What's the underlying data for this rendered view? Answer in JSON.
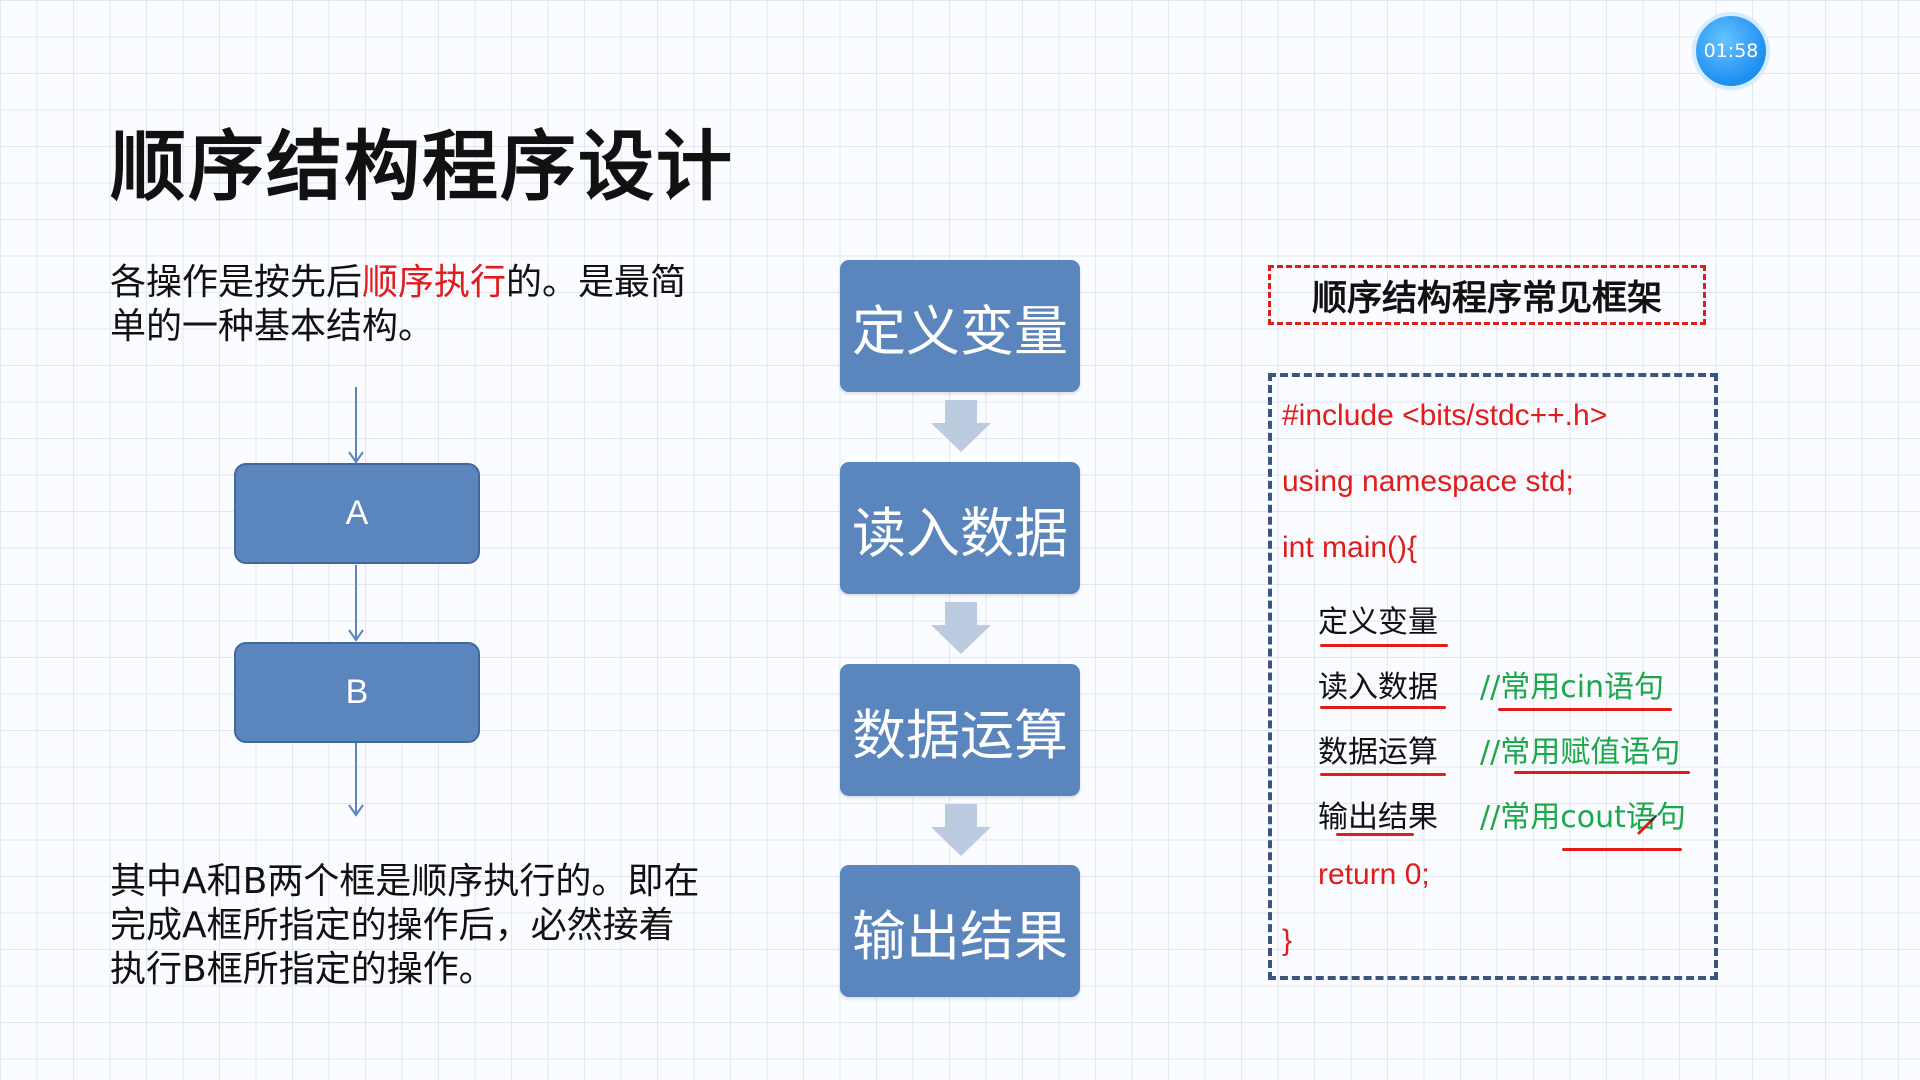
{
  "timer": "01:58",
  "title": "顺序结构程序设计",
  "intro": {
    "part1": "各操作是按先后",
    "highlight": "顺序执行",
    "part2": "的。是最简",
    "line2": "单的一种基本结构。"
  },
  "diagram": {
    "box_a": "A",
    "box_b": "B"
  },
  "explanation": {
    "line1": "其中A和B两个框是顺序执行的。即在",
    "line2": "完成A框所指定的操作后，必然接着",
    "line3": "执行B框所指定的操作。"
  },
  "flow_steps": [
    "定义变量",
    "读入数据",
    "数据运算",
    "输出结果"
  ],
  "frame_title": "顺序结构程序常见框架",
  "code": {
    "include": "#include <bits/stdc++.h>",
    "using": "using namespace std;",
    "main": "int main(){",
    "step1": "定义变量",
    "step2": "读入数据",
    "comment2": "//常用cin语句",
    "step3": "数据运算",
    "comment3": "//常用赋值语句",
    "step4": "输出结果",
    "comment4": "//常用cout语句",
    "return": "return 0;",
    "close": "}"
  },
  "colors": {
    "flow_box": "#5b85bd",
    "highlight_red": "#e21b1b",
    "comment_green": "#1aa84a",
    "code_border": "#3c5580"
  }
}
